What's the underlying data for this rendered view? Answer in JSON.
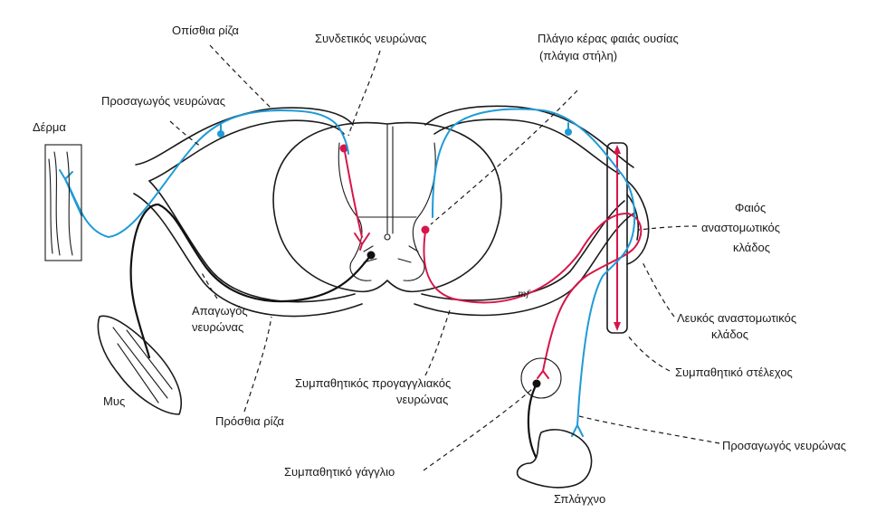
{
  "labels": {
    "dorsal_root": "Οπίσθια ρίζα",
    "interneuron": "Συνδετικός νευρώνας",
    "lateral_horn": "Πλάγιο κέρας φαιάς ουσίας",
    "lateral_column": "(πλάγια στήλη)",
    "afferent_neuron_skin": "Προσαγωγός νευρώνας",
    "skin": "Δέρμα",
    "gray_ramus_1": "Φαιός",
    "gray_ramus_2": "αναστομωτικός",
    "gray_ramus_3": "κλάδος",
    "efferent_neuron_1": "Απαγωγός",
    "efferent_neuron_2": "νευρώνας",
    "white_ramus_1": "Λευκός αναστομωτικός",
    "white_ramus_2": "κλάδος",
    "muscle": "Μυς",
    "ventral_root": "Πρόσθια ρίζα",
    "preganglionic_1": "Συμπαθητικός προγαγγλιακός",
    "preganglionic_2": "νευρώνας",
    "sympathetic_trunk": "Συμπαθητικό στέλεχος",
    "afferent_neuron_viscera": "Προσαγωγός νευρώνας",
    "sympathetic_ganglion": "Συμπαθητικό γάγγλιο",
    "viscera": "Σπλάγχνο",
    "signature": "mf"
  },
  "colors": {
    "afferent": "#1e9bd7",
    "sympathetic": "#d6164a",
    "efferent": "#111111",
    "outline": "#1a1a1a"
  }
}
